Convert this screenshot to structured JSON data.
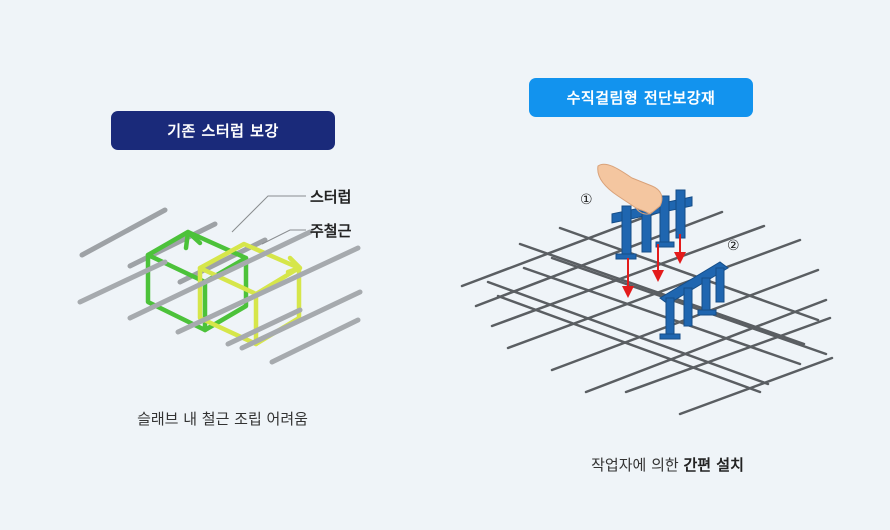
{
  "left": {
    "badge": "기존 스터럽 보강",
    "label_stirrup": "스터럽",
    "label_main_rebar": "주철근",
    "caption": "슬래브 내 철근 조립 어려움"
  },
  "right": {
    "badge": "수직걸림형 전단보강재",
    "marker_1": "①",
    "marker_2": "②",
    "caption_normal": "작업자에 의한 ",
    "caption_bold": "간편 설치"
  },
  "colors": {
    "badge_left": "#1a2a7a",
    "badge_right": "#1293ee",
    "stirrup_green": "#4cc23a",
    "stirrup_yellow": "#d6e64a",
    "rebar_gray": "#a0a4a8",
    "shear_blue": "#1f66b0",
    "arrow_red": "#e31b1b"
  },
  "icons": [
    "hand-icon",
    "down-arrow-icon"
  ]
}
